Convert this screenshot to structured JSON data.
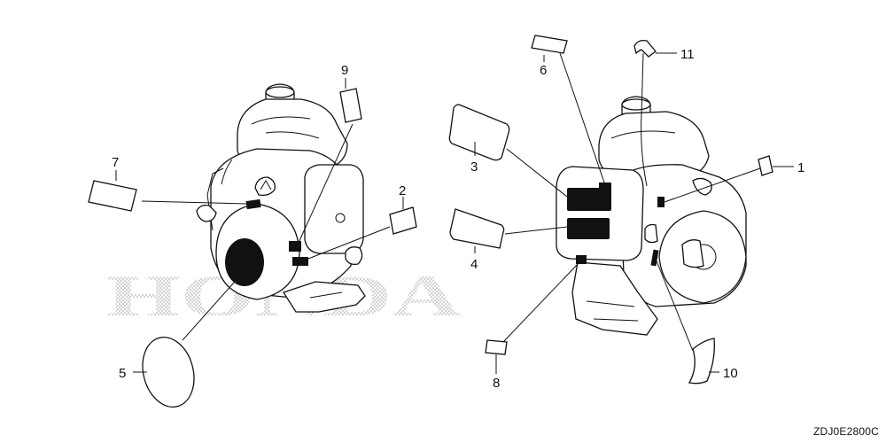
{
  "colors": {
    "line": "#111111",
    "label_fill": "#111111",
    "background": "#ffffff",
    "watermark_dots": "#9a9a9a"
  },
  "watermark": {
    "text": "HONDA"
  },
  "callouts": [
    {
      "id": "1",
      "label": "1"
    },
    {
      "id": "2",
      "label": "2"
    },
    {
      "id": "3",
      "label": "3"
    },
    {
      "id": "4",
      "label": "4"
    },
    {
      "id": "5",
      "label": "5"
    },
    {
      "id": "6",
      "label": "6"
    },
    {
      "id": "7",
      "label": "7"
    },
    {
      "id": "8",
      "label": "8"
    },
    {
      "id": "9",
      "label": "9"
    },
    {
      "id": "10",
      "label": "10"
    },
    {
      "id": "11",
      "label": "11"
    }
  ],
  "figure_code": "ZDJ0E2800C"
}
